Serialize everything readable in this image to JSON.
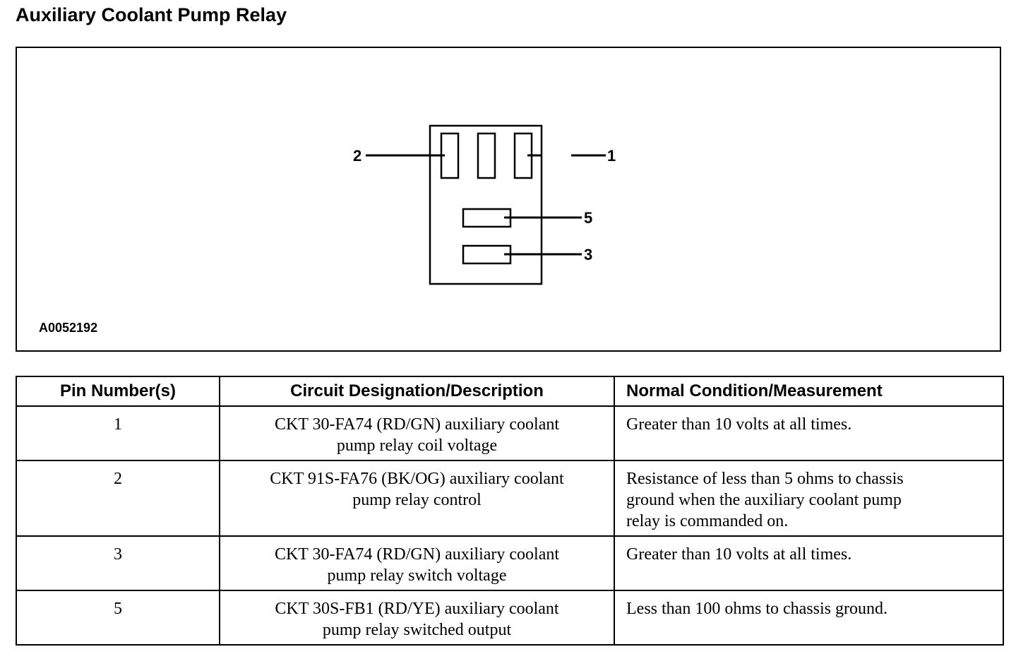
{
  "title": "Auxiliary Coolant Pump Relay",
  "figure": {
    "id_label": "A0052192",
    "pin_labels": [
      "2",
      "1",
      "5",
      "3"
    ]
  },
  "table": {
    "headers": [
      "Pin Number(s)",
      "Circuit Designation/Description",
      "Normal Condition/Measurement"
    ],
    "rows": [
      {
        "pin": "1",
        "circuit": [
          "CKT 30-FA74 (RD/GN) auxiliary coolant",
          "pump relay coil voltage"
        ],
        "condition": [
          "Greater than 10 volts at all times."
        ]
      },
      {
        "pin": "2",
        "circuit": [
          "CKT 91S-FA76 (BK/OG) auxiliary coolant",
          "pump relay control"
        ],
        "condition": [
          "Resistance of less than 5 ohms to chassis",
          "ground when the auxiliary coolant pump",
          "relay is commanded on."
        ]
      },
      {
        "pin": "3",
        "circuit": [
          "CKT 30-FA74 (RD/GN) auxiliary coolant",
          "pump relay switch voltage"
        ],
        "condition": [
          "Greater than 10 volts at all times."
        ]
      },
      {
        "pin": "5",
        "circuit": [
          "CKT 30S-FB1 (RD/YE) auxiliary coolant",
          "pump relay switched output"
        ],
        "condition": [
          "Less than 100 ohms to chassis ground."
        ]
      }
    ]
  }
}
